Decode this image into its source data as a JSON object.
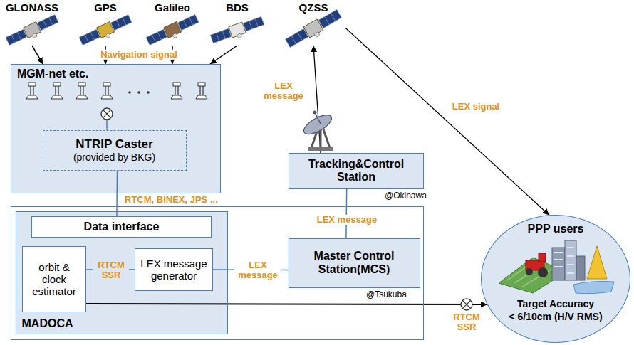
{
  "diagram": {
    "nodes": [
      {
        "text": [
          "GLONASS"
        ]
      },
      {
        "text": [
          "GPS"
        ]
      },
      {
        "text": [
          "Galileo"
        ]
      },
      {
        "text": [
          "BDS"
        ]
      },
      {
        "text": [
          "QZSS"
        ]
      },
      {
        "text": [
          "MGM-net etc."
        ]
      },
      {
        "text": [
          "NTRIP Caster",
          "(provided by BKG)"
        ],
        "in": 5
      },
      {
        "text": [
          "Tracking&Control Station"
        ]
      },
      {
        "text": [
          "@Tsukuba"
        ]
      },
      {
        "text": [
          "MADOCA"
        ],
        "in": 8
      },
      {
        "text": [
          "Data interface"
        ],
        "in": 9
      },
      {
        "text": [
          "orbit & clock estimator"
        ],
        "in": 9
      },
      {
        "text": [
          "LEX message generator"
        ],
        "in": 9
      },
      {
        "text": [
          "Master Control Station(MCS)"
        ],
        "in": 8
      },
      {
        "text": [
          "PPP users",
          "Target Accuracy",
          "< 6/10cm (H/V RMS)"
        ]
      }
    ],
    "edges": [
      {
        "from": 0,
        "to": 5,
        "arrow": "to"
      },
      {
        "from": 1,
        "to": 5,
        "arrow": "to",
        "label": "Navigation signal"
      },
      {
        "from": 2,
        "to": 5,
        "arrow": "to"
      },
      {
        "from": 3,
        "to": 5,
        "arrow": "to"
      },
      {
        "from": 6,
        "to": 10,
        "arrow": "none",
        "label": "RTCM, BINEX, JPS ..."
      },
      {
        "from": 11,
        "to": 12,
        "arrow": "none",
        "label": "RTCM SSR"
      },
      {
        "from": 12,
        "to": 13,
        "arrow": "none",
        "label": "LEX message"
      },
      {
        "from": 13,
        "to": 7,
        "arrow": "none",
        "label": "LEX message"
      },
      {
        "from": 7,
        "to": 4,
        "arrow": "to",
        "label": "LEX message"
      },
      {
        "from": 4,
        "to": 14,
        "arrow": "to",
        "label": "LEX signal"
      },
      {
        "from": 11,
        "to": 14,
        "arrow": "to",
        "label": "RTCM SSR"
      }
    ],
    "labels": [
      "@Okinawa"
    ]
  }
}
